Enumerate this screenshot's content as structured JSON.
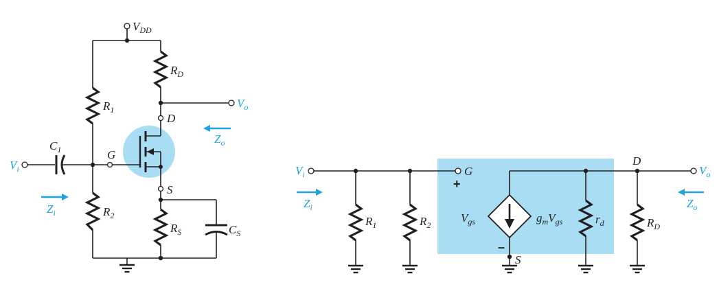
{
  "colors": {
    "highlight": "#a9ddf3",
    "accent": "#1fa3dc",
    "ink": "#231f20"
  },
  "left_circuit": {
    "vdd": {
      "main": "V",
      "sub": "DD"
    },
    "rd": {
      "main": "R",
      "sub": "D"
    },
    "r1": {
      "main": "R",
      "sub": "1"
    },
    "r2": {
      "main": "R",
      "sub": "2"
    },
    "rs": {
      "main": "R",
      "sub": "S"
    },
    "c1": {
      "main": "C",
      "sub": "1"
    },
    "cs": {
      "main": "C",
      "sub": "S"
    },
    "vi": {
      "main": "V",
      "sub": "i"
    },
    "vo": {
      "main": "V",
      "sub": "o"
    },
    "zi": {
      "main": "Z",
      "sub": "i"
    },
    "zo": {
      "main": "Z",
      "sub": "o"
    },
    "gate": "G",
    "drain": "D",
    "source": "S"
  },
  "right_circuit": {
    "vi": {
      "main": "V",
      "sub": "i"
    },
    "vo": {
      "main": "V",
      "sub": "o"
    },
    "zi": {
      "main": "Z",
      "sub": "i"
    },
    "zo": {
      "main": "Z",
      "sub": "o"
    },
    "r1": {
      "main": "R",
      "sub": "1"
    },
    "r2": {
      "main": "R",
      "sub": "2"
    },
    "rd_small": {
      "main": "r",
      "sub": "d"
    },
    "rd": {
      "main": "R",
      "sub": "D"
    },
    "vgs": {
      "main": "V",
      "sub": "gs"
    },
    "gm_vgs": {
      "gm_main": "g",
      "gm_sub": "m",
      "v_main": "V",
      "v_sub": "gs"
    },
    "gate": "G",
    "drain": "D",
    "source": "S",
    "plus": "+",
    "minus": "–"
  }
}
